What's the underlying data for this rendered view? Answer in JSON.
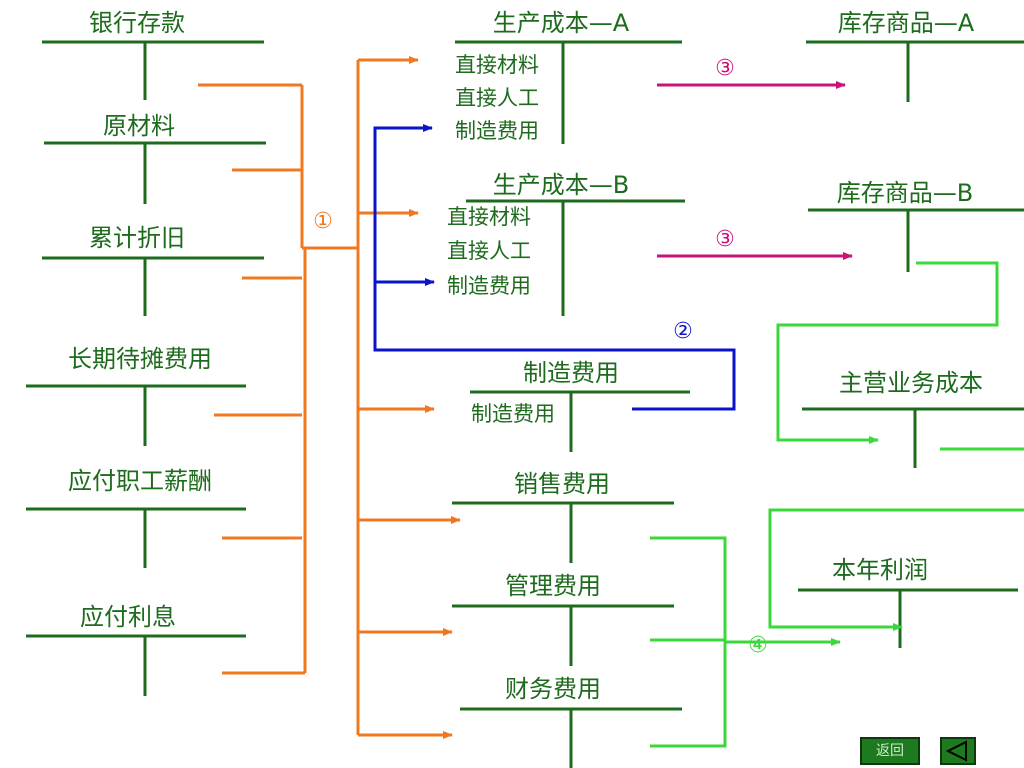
{
  "accounts_left": {
    "bank": "银行存款",
    "materials": "原材料",
    "depreciation": "累计折旧",
    "prepaid": "长期待摊费用",
    "payroll": "应付职工薪酬",
    "interest": "应付利息"
  },
  "accounts_middle": {
    "cost_a": "生产成本—A",
    "cost_b": "生产成本—B",
    "overhead": "制造费用",
    "selling": "销售费用",
    "admin": "管理费用",
    "finance": "财务费用"
  },
  "sub_items": {
    "a_direct_material": "直接材料",
    "a_direct_labor": "直接人工",
    "a_overhead": "制造费用",
    "b_direct_material": "直接材料",
    "b_direct_labor": "直接人工",
    "b_overhead": "制造费用",
    "overhead_inner": "制造费用"
  },
  "accounts_right": {
    "inventory_a": "库存商品—A",
    "inventory_b": "库存商品—B",
    "cogs": "主营业务成本",
    "profit": "本年利润"
  },
  "step_markers": {
    "step1": "①",
    "step2": "②",
    "step3a": "③",
    "step3b": "③",
    "step4": "④"
  },
  "colors": {
    "account_text": "#1e6b1e",
    "t_account_line": "#1e6b1e",
    "flow_step1": "#f07820",
    "flow_step2": "#0a14c8",
    "flow_step3": "#c8147a",
    "flow_step4": "#3ad83a"
  },
  "nav": {
    "return_label": "返回",
    "back_icon": "triangle-left-icon"
  }
}
